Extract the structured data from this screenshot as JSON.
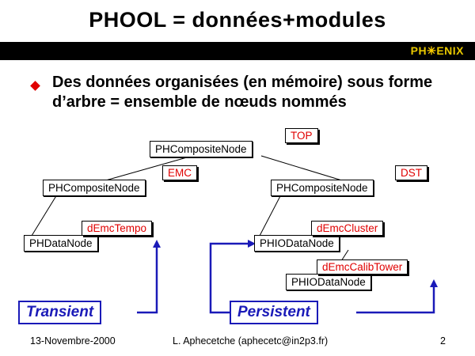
{
  "slide": {
    "title": "PHOOL = données+modules",
    "logo": {
      "left": "PH",
      "star": "✳",
      "right": "ENIX"
    },
    "bullet": "Des données organisées (en mémoire) sous forme d’arbre = ensemble de nœuds nommés"
  },
  "tree": {
    "top_tag": "TOP",
    "top_node": "PHCompositeNode",
    "emc_tag": "EMC",
    "emc_node": "PHCompositeNode",
    "dst_tag": "DST",
    "dst_node": "PHCompositeNode",
    "tempo_tag": "dEmcTempo",
    "tempo_node": "PHDataNode",
    "cluster_tag": "dEmcCluster",
    "cluster_node": "PHIODataNode",
    "calib_tag": "dEmcCalibTower",
    "calib_node": "PHIODataNode"
  },
  "labels": {
    "transient": "Transient",
    "persistent": "Persistent"
  },
  "colors": {
    "tag_text": "#e00000",
    "arrow": "#1a1ab8",
    "bullet": "#e00000",
    "logo": "#e8c800"
  },
  "footer": {
    "date": "13-Novembre-2000",
    "author": "L. Aphecetche (aphecetc@in2p3.fr)",
    "page": "2"
  }
}
